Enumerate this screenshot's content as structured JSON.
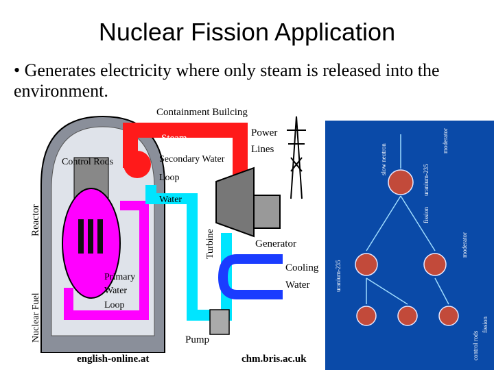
{
  "slide": {
    "title": "Nuclear Fission Application",
    "bullet": "• Generates electricity where only steam is released into the environment."
  },
  "diagram": {
    "labels": {
      "containment": "Containment Builcing",
      "steam": "Steam",
      "power_line1": "Power",
      "power_line2": "Lines",
      "control_rods": "Control Rods",
      "secondary1": "Secondary Water",
      "secondary2": "Loop",
      "water": "Water",
      "turbine": "Turbine",
      "generator": "Generator",
      "reactor": "Reactor",
      "nuclear_fuel": "Nuclear Fuel",
      "primary1": "Primary",
      "primary2": "Water",
      "primary3": "Loop",
      "cooling1": "Cooling",
      "cooling2": "Water",
      "pump": "Pump"
    },
    "credit": "english-online.at"
  },
  "photo": {
    "labels": {
      "moderator1": "moderator",
      "slow_neutron": "slow neutron",
      "uranium1": "uranium-235",
      "fission1": "fission",
      "moderator2": "moderator",
      "uranium2": "uranium-235",
      "fission2": "fission",
      "control_rods": "control rods"
    },
    "credit": "chm.bris.ac.uk"
  },
  "colors": {
    "steam_red": "#ff1a1a",
    "primary_magenta": "#ff00ff",
    "water_cyan": "#00e5ff",
    "cooling_blue": "#1a3cff",
    "reactor_gray": "#8a8f9a",
    "photo_blue": "#0a4aa8"
  }
}
